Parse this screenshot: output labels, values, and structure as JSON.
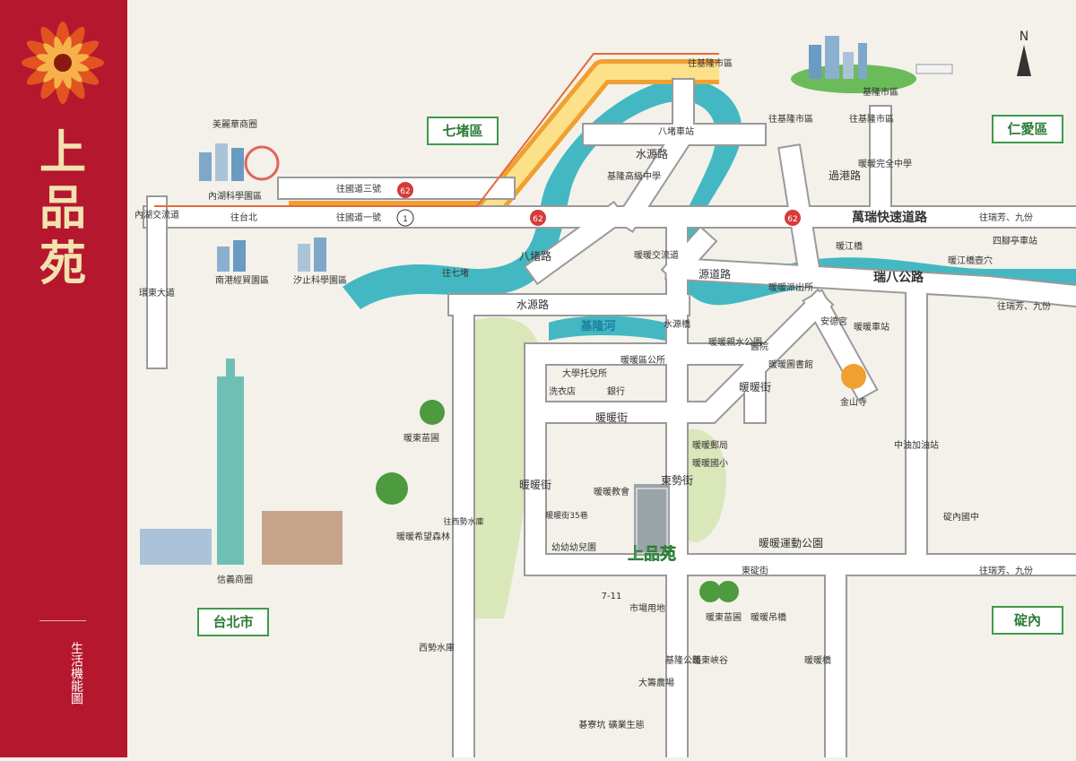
{
  "title": "上品苑",
  "subtitle": "生活機能圖",
  "north": "N",
  "districts": {
    "qidu": "七堵區",
    "renai": "仁愛區",
    "taipei": "台北市",
    "nuannei": "碇內"
  },
  "roads": {
    "keelung_city": "往基隆市區",
    "freeway3": "往國道三號",
    "freeway1": "往國道一號",
    "to_taipei": "往台北",
    "to_qidu": "往七堵",
    "wanrui": "萬瑞快速道路",
    "shuiyuan": "水源路",
    "shuiyuan_v": "水源路",
    "badu": "八堵路",
    "nuannuan_jiaoliu": "暖暖交流道",
    "yuan_dao": "源道路",
    "ruiba": "瑞八公路",
    "nuannuan_st": "暖暖街",
    "nuannuan_st_diag": "暖暖街",
    "nuannuan_st_v": "暖暖街",
    "dongshi": "東勢街",
    "dongding": "東碇街",
    "huangang": "過港路",
    "to_ruifang1": "往瑞芳、九份",
    "to_ruifang2": "往瑞芳、九份",
    "to_ruifang3": "往瑞芳、九份",
    "to_keelung_city_v": "往基隆市區",
    "to_keelung_city_v2": "往基隆市區",
    "neihu_jiaoliu": "內湖交流道",
    "huandong": "環東大道",
    "lane35": "暖暖街35巷",
    "to_xishi": "往西勢水庫",
    "nuannuan_bridge": "暖暖橋",
    "shuiyuan_bridge": "水源橋",
    "keelung_river": "基隆河",
    "jiguang_road": "基隆公路",
    "nuandong_gorge": "暖東峽谷",
    "nuanjiang_bridge": "暖江橋",
    "nuanjiang_tunnel": "暖江橋壺穴",
    "jindi": "碇內國中",
    "zhongrui": "中油加油站",
    "nuannuan_hs": "基隆高級中學",
    "route62a": "62",
    "route62b": "62",
    "route62c": "62",
    "route1": "1"
  },
  "places": {
    "keelung_city": "基隆市區",
    "meili": "美麗華商圈",
    "neihu_tech": "內湖科學園區",
    "nangang": "南港經貿園區",
    "xizhi": "汐止科學園區",
    "xinyi": "信義商圈",
    "badu_station": "八堵車站",
    "nuannuan_station": "暖暖車站",
    "xidu_station": "四腳亭車站",
    "nuannuan_park": "暖暖親水公園",
    "nuandong_park": "暖東苗圃",
    "hope_forest": "暖暖希望森林",
    "xishi": "西勢水庫",
    "dapeng": "大籌農場",
    "nuannuan_sports": "暖暖運動公園",
    "church": "暖暖教會",
    "kindergarten": "幼幼幼兒園",
    "market": "市場用地",
    "nuandong_garden": "暖東苗圃",
    "suspension": "暖暖吊橋",
    "jinshan": "金山寺",
    "anqing": "安德宮",
    "police": "暖暖派出所",
    "elementary": "暖暖國小",
    "complete_hs": "暖暖完全中學",
    "district_office": "暖暖區公所",
    "post": "暖暖郵局",
    "library": "暖暖圖書館",
    "laundry": "洗衣店",
    "bank": "銀行",
    "eco": "碁寮坑 礦業生態",
    "seven": "7-11",
    "project": "上品苑",
    "hospital": "醫院",
    "dadu_clinic": "大學托兒所"
  },
  "colors": {
    "sidebar": "#b5182e",
    "road": "#ffffff",
    "road_edge": "#7a7a7a",
    "orange": "#f0a030",
    "river": "#43b8c2",
    "green": "#3f9a4a"
  }
}
